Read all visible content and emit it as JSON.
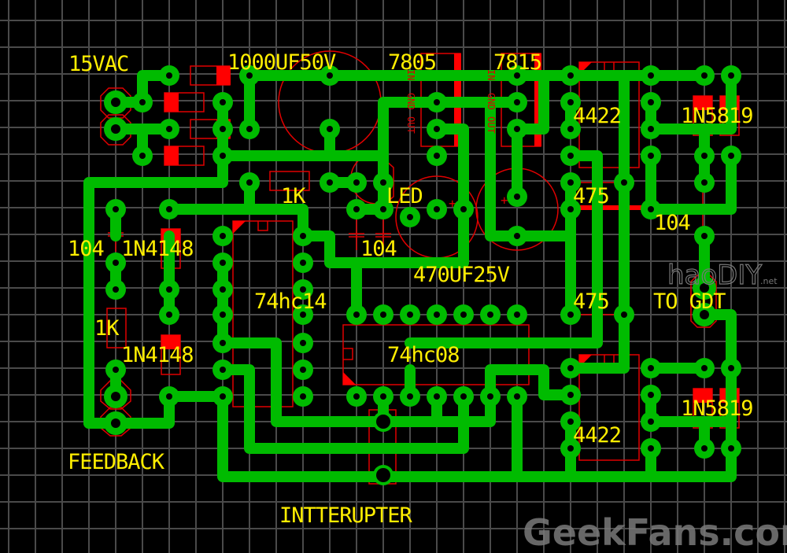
{
  "board": {
    "background": "#000000",
    "trace_color": "#00bb00",
    "silk_color": "#ffee00",
    "outline_color": "#e00000"
  },
  "labels": {
    "ac_input": "15VAC",
    "cap_main": "1000UF50V",
    "reg_5v": "7805",
    "reg_15v": "7815",
    "driver_top": "4422",
    "schottky_top": "1N5819",
    "res_1k_top": "1K",
    "led": "LED",
    "cap_475_top": "475",
    "cap_104_right": "104",
    "cap_104_left": "104",
    "diode_1n4148_top": "1N4148",
    "cap_104_mid": "104",
    "cap_470": "470UF25V",
    "hex_inverter": "74hc14",
    "cap_475_bottom": "475",
    "to_gdt": "TO GDT",
    "res_1k_left": "1K",
    "diode_1n4148_bottom": "1N4148",
    "and_gate": "74hc08",
    "driver_bottom": "4422",
    "schottky_bottom": "1N5819",
    "feedback": "FEEDBACK",
    "interrupter": "INTTERUPTER"
  },
  "regulator_pins": {
    "in": "IN",
    "gnd": "GND",
    "out": "OUT"
  },
  "watermarks": {
    "main": "GeekFans.com",
    "small": "haoDIY",
    "small_suffix": ".net"
  }
}
